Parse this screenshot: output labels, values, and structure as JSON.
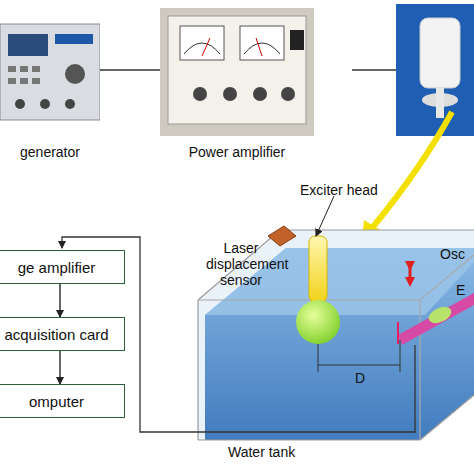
{
  "diagram": {
    "nodes": [
      {
        "text": [
          "generator"
        ]
      },
      {
        "text": [
          "Power amplifier"
        ]
      },
      {
        "text": [
          "ge amplifier"
        ]
      },
      {
        "text": [
          "acquisition card"
        ]
      },
      {
        "text": [
          "omputer"
        ]
      }
    ],
    "edges": [
      {
        "from": 0,
        "to": 1,
        "arrow": "none"
      },
      {
        "from": 2,
        "to": 3,
        "arrow": "to"
      },
      {
        "from": 3,
        "to": 4,
        "arrow": "to"
      }
    ],
    "labels": [
      "Exciter head",
      "Laser displacement sensor",
      "Osc",
      "E",
      "D",
      "Water tank"
    ]
  }
}
